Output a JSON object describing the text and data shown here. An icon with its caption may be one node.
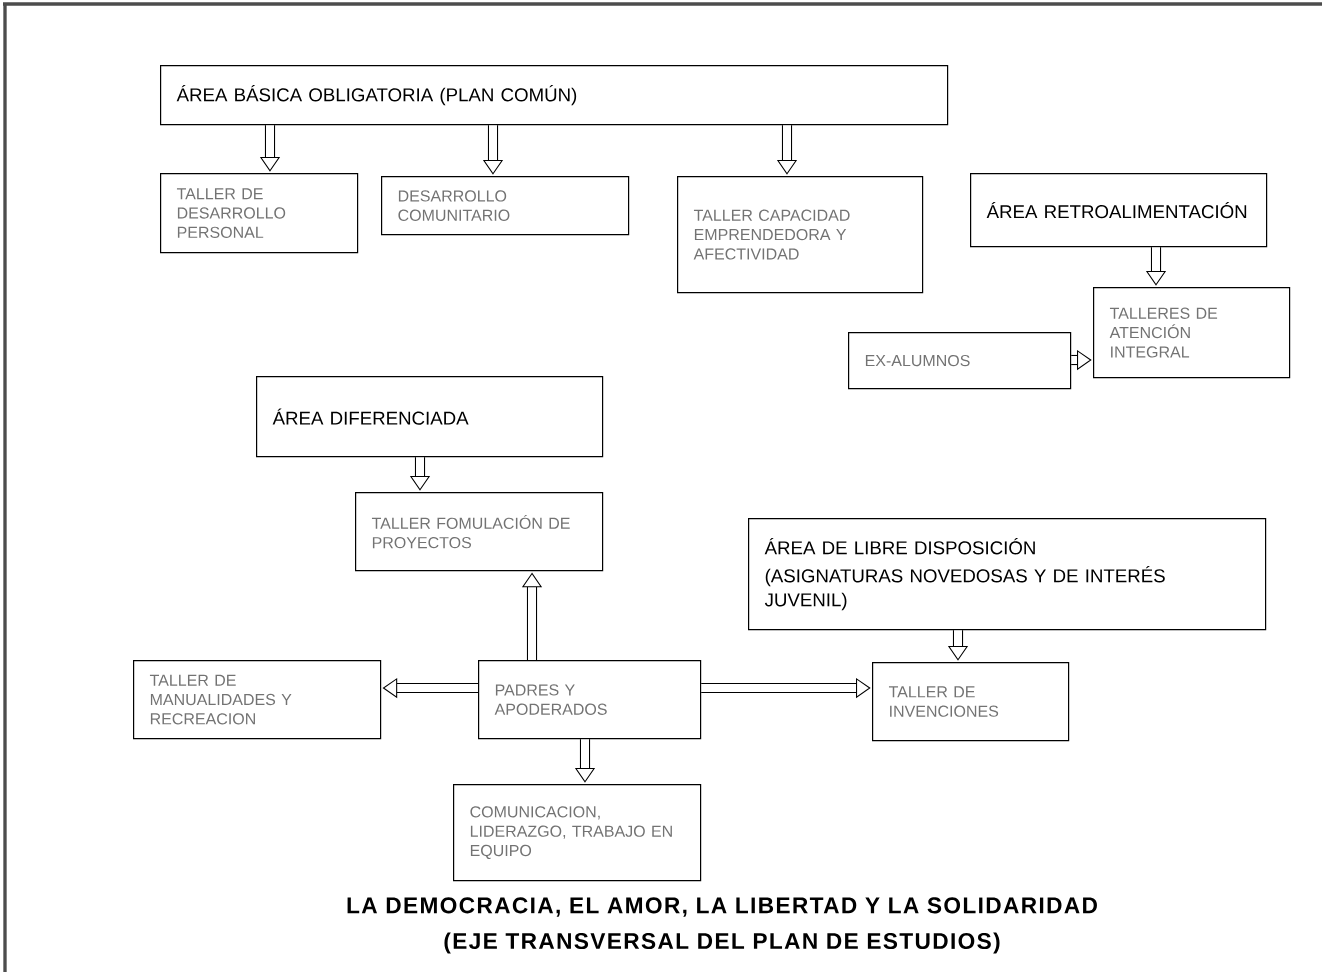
{
  "diagram": {
    "nodes": [
      {
        "text": [
          "ÁREA BÁSICA OBLIGATORIA (PLAN COMÚN)"
        ]
      },
      {
        "text": [
          "TALLER DE DESARROLLO PERSONAL"
        ]
      },
      {
        "text": [
          "DESARROLLO COMUNITARIO"
        ]
      },
      {
        "text": [
          "TALLER CAPACIDAD EMPRENDEDORA Y AFECTIVIDAD"
        ]
      },
      {
        "text": [
          "ÁREA RETROALIMENTACIÓN"
        ]
      },
      {
        "text": [
          "TALLERES DE ATENCIÓN INTEGRAL"
        ]
      },
      {
        "text": [
          "EX-ALUMNOS"
        ]
      },
      {
        "text": [
          "ÁREA DIFERENCIADA"
        ]
      },
      {
        "text": [
          "TALLER FOMULACIÓN DE PROYECTOS"
        ]
      },
      {
        "text": [
          "ÁREA DE LIBRE DISPOSICIÓN",
          "(ASIGNATURAS NOVEDOSAS Y DE INTERÉS JUVENIL)"
        ]
      },
      {
        "text": [
          "TALLER DE MANUALIDADES Y RECREACION"
        ]
      },
      {
        "text": [
          "PADRES Y APODERADOS"
        ]
      },
      {
        "text": [
          "TALLER DE INVENCIONES"
        ]
      },
      {
        "text": [
          "COMUNICACION, LIDERAZGO, TRABAJO EN EQUIPO"
        ]
      }
    ],
    "edges": [
      {
        "from": 0,
        "to": 1,
        "arrow": "to"
      },
      {
        "from": 0,
        "to": 2,
        "arrow": "to"
      },
      {
        "from": 0,
        "to": 3,
        "arrow": "to"
      },
      {
        "from": 4,
        "to": 5,
        "arrow": "to"
      },
      {
        "from": 6,
        "to": 5,
        "arrow": "to"
      },
      {
        "from": 7,
        "to": 8,
        "arrow": "to"
      },
      {
        "from": 11,
        "to": 8,
        "arrow": "to"
      },
      {
        "from": 9,
        "to": 12,
        "arrow": "to"
      },
      {
        "from": 11,
        "to": 10,
        "arrow": "to"
      },
      {
        "from": 11,
        "to": 12,
        "arrow": "to"
      },
      {
        "from": 11,
        "to": 13,
        "arrow": "to"
      }
    ],
    "labels": [
      "LA DEMOCRACIA, EL AMOR, LA LIBERTAD Y LA SOLIDARIDAD",
      "(EJE TRANSVERSAL DEL PLAN DE ESTUDIOS)"
    ]
  }
}
